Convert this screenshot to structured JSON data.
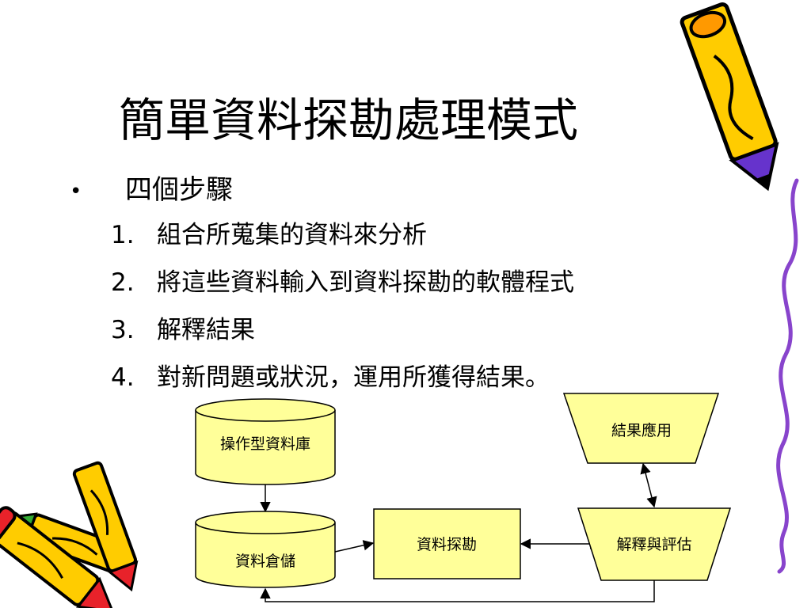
{
  "slide": {
    "title": "簡單資料探勘處理模式",
    "bullet": "•",
    "bullet_text": "四個步驟",
    "steps": [
      {
        "num": "1.",
        "text": "組合所蒐集的資料來分析"
      },
      {
        "num": "2.",
        "text": "將這些資料輸入到資料探勘的軟體程式"
      },
      {
        "num": "3.",
        "text": "解釋結果"
      },
      {
        "num": "4.",
        "text": "對新問題或狀況，運用所獲得結果。"
      }
    ]
  },
  "diagram": {
    "nodes": {
      "operational_db": "操作型資料庫",
      "data_warehouse": "資料倉儲",
      "data_mining": "資料探勘",
      "interpret_evaluate": "解釋與評估",
      "result_application": "結果應用"
    }
  },
  "colors": {
    "box_fill": "#ffff99",
    "stroke": "#000000",
    "pencil_yellow": "#ffcc00",
    "pencil_purple": "#6633cc",
    "pencil_red": "#e8222a",
    "pencil_green": "#33aa33",
    "squiggle": "#8844cc"
  },
  "icons": [
    "pencil-top-right-icon",
    "pencils-bottom-left-icon",
    "squiggle-decoration"
  ]
}
